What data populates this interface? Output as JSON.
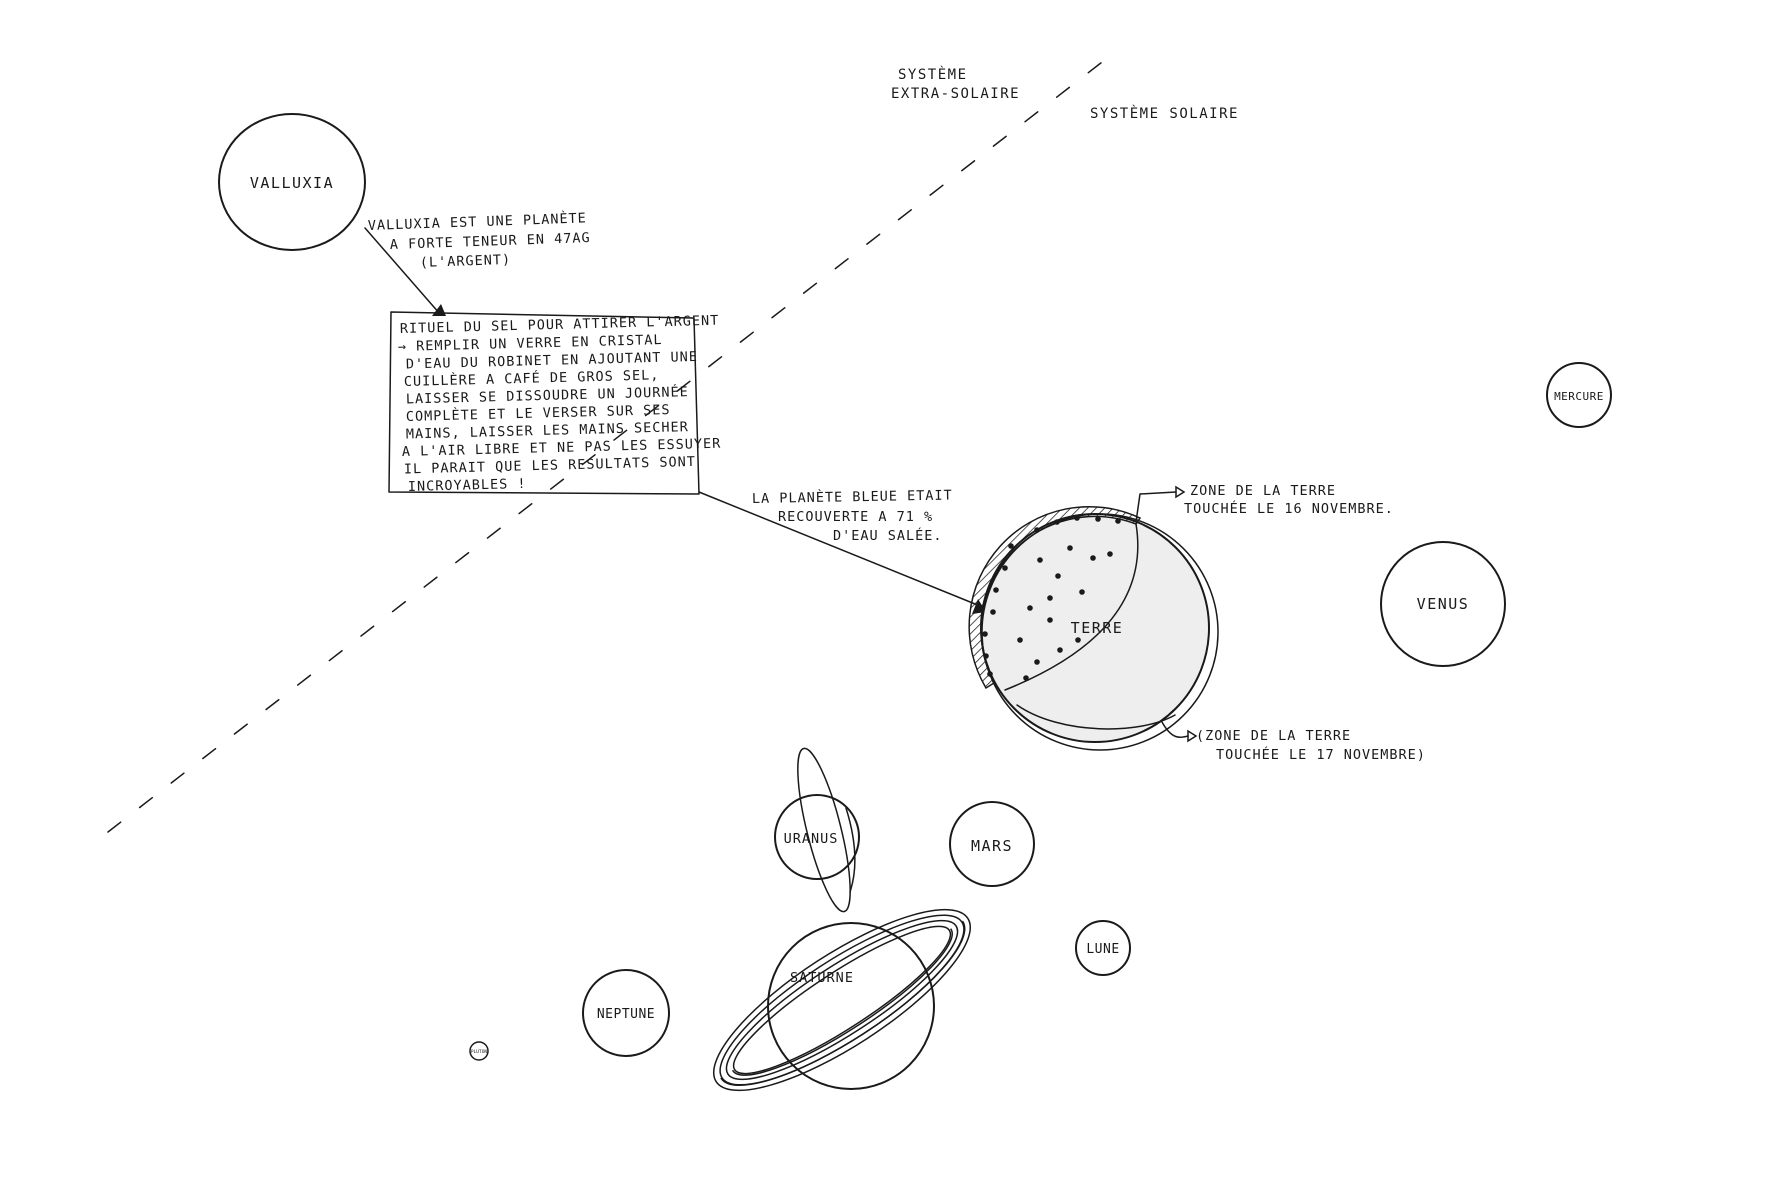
{
  "regions": {
    "extra_solar_line1": "SYSTÈME",
    "extra_solar_line2": "EXTRA-SOLAIRE",
    "solar": "SYSTÈME SOLAIRE"
  },
  "planets": {
    "valluxia": "VALLUXIA",
    "mercure": "MERCURE",
    "venus": "VENUS",
    "terre": "TERRE",
    "mars": "MARS",
    "uranus": "URANUS",
    "lune": "LUNE",
    "saturne": "SATURNE",
    "neptune": "NEPTUNE",
    "pluton": "PLUTON"
  },
  "valluxia_note": {
    "line1": "VALLUXIA EST UNE PLANÈTE",
    "line2": "A FORTE TENEUR EN 47AG",
    "line3": "(L'ARGENT)"
  },
  "ritual_box": {
    "title": "RITUEL DU SEL POUR ATTIRER L'ARGENT",
    "lines": [
      "→ REMPLIR UN VERRE EN CRISTAL",
      "D'EAU DU ROBINET EN AJOUTANT UNE",
      "CUILLÈRE A CAFÉ DE GROS SEL,",
      "LAISSER SE DISSOUDRE UN JOURNÉE",
      "COMPLÈTE ET LE VERSER SUR SES",
      "MAINS, LAISSER LES MAINS SECHER",
      "A L'AIR LIBRE ET NE PAS LES ESSUYER",
      "IL PARAIT QUE LES RESULTATS SONT",
      "INCROYABLES !"
    ]
  },
  "earth_note": {
    "line1": "LA PLANÈTE BLEUE ETAIT",
    "line2": "RECOUVERTE A 71 %",
    "line3": "D'EAU SALÉE."
  },
  "zone_16": {
    "line1": "ZONE DE LA TERRE",
    "line2": "TOUCHÉE LE 16 NOVEMBRE."
  },
  "zone_17": {
    "line1": "(ZONE DE LA TERRE",
    "line2": "TOUCHÉE LE 17 NOVEMBRE)"
  },
  "colors": {
    "ink": "#1a1a1a",
    "earth_fill": "#eeeeee",
    "paper": "#ffffff"
  }
}
